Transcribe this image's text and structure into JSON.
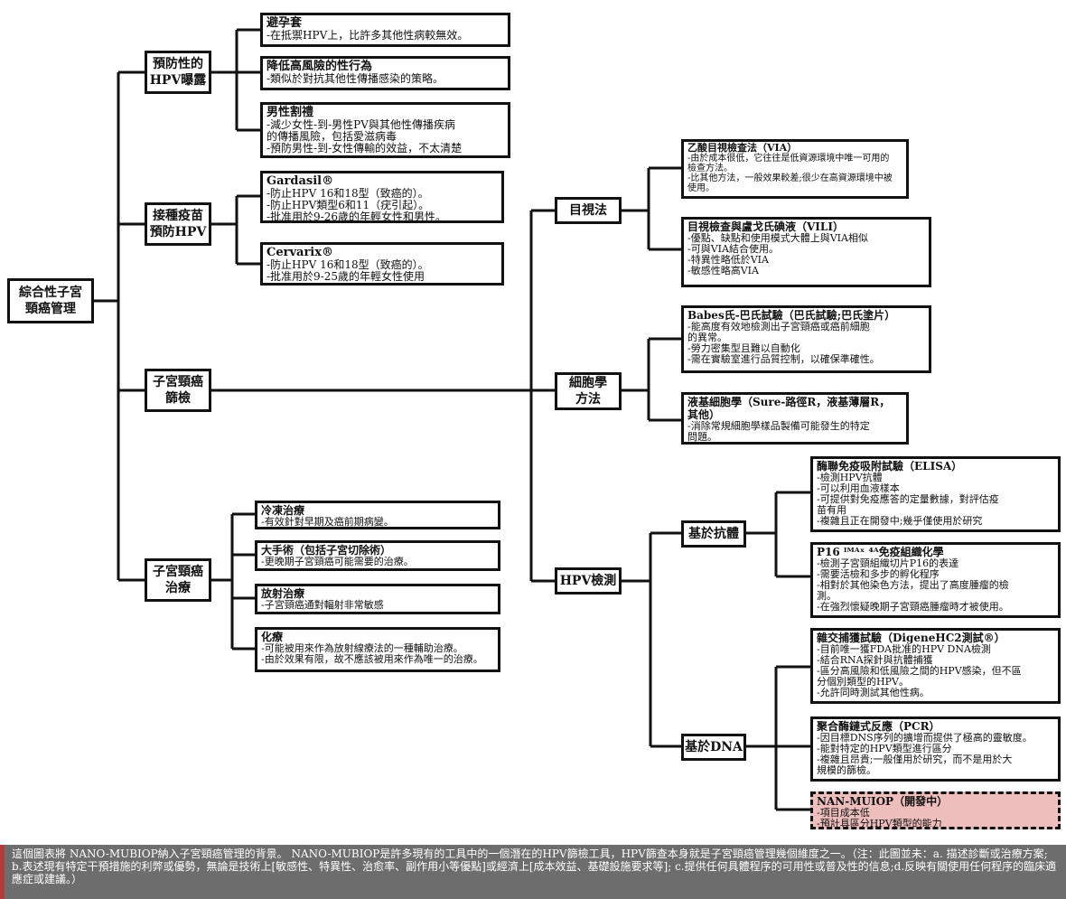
{
  "root": {
    "label": "綜合性子宮\n頸癌管理"
  },
  "branches": {
    "prevent": "預防性的\nHPV曝露",
    "vaccine": "接種疫苗\n預防HPV",
    "screen": "子宮頸癌\n篩檢",
    "treat": "子宮頸癌\n治療"
  },
  "methods": {
    "visual": "目視法",
    "cyto": "細胞學\n方法",
    "hpv": "HPV檢測"
  },
  "subs": {
    "antibody": "基於抗體",
    "dna": "基於DNA"
  },
  "leaves": {
    "condom": {
      "title": "避孕套",
      "desc": "-在抵禦HPV上，比許多其他性病較無效。"
    },
    "risk": {
      "title": "降低高風險的性行為",
      "desc": "-類似於對抗其他性傳播感染的策略。"
    },
    "circ": {
      "title": "男性割禮",
      "desc": "-減少女性-到-男性PV與其他性傳播疾病\n的傳播風險，包括愛滋病毒\n-預防男性-到-女性傳輸的效益，不太清楚"
    },
    "gardasil": {
      "title": "Gardasil®",
      "desc": "-防止HPV 16和18型（致癌的）。\n-防止HPV類型6和11（疣引起）。\n-批准用於9-26歲的年輕女性和男性。"
    },
    "cervarix": {
      "title": "Cervarix®",
      "desc": "-防止HPV 16和18型（致癌的）。\n-批准用於9-25歲的年輕女性使用"
    },
    "via": {
      "title": "乙酸目視檢查法（VIA）",
      "desc": "-由於成本很低，它往往是低資源環境中唯一可用的\n檢查方法。\n-比其他方法，一般效果較差;很少在高資源環境中被\n使用。"
    },
    "vili": {
      "title": "目視檢查與盧戈氏碘液（VILI）",
      "desc": "-優點、缺點和使用模式大體上與VIA相似\n-可與VIA結合使用。\n-特異性略低於VIA\n-敏感性略高VIA"
    },
    "pap": {
      "title": "Babes氏-巴氏試驗（巴氏試驗;巴氏塗片）",
      "desc": "-能高度有效地檢測出子宮頸癌或癌前細胞\n的異常。\n-勞力密集型且難以自動化\n-需在實驗室進行品質控制，以確保準確性。"
    },
    "lbc": {
      "title": "液基細胞學（Sure-路徑R，液基薄層R，\n其他）",
      "desc": "-消除常規細胞學樣品製備可能發生的特定\n問題。"
    },
    "elisa": {
      "title": "酶聯免疫吸附試驗（ELISA）",
      "desc": "-檢測HPV抗體\n-可以利用血液樣本\n-可提供對免疫應答的定量數據，對評估疫\n苗有用\n-複雜且正在開發中;幾乎僅使用於研究"
    },
    "p16": {
      "title": "P16 ᴵᴹᴬˣ ⁴ᴬ免疫組織化學",
      "desc": "-檢測子宮頸組織切片P16的表達\n-需要活檢和多步的孵化程序\n-相對於其他染色方法，提出了高度腫瘤的檢\n測。\n-在強烈懷疑晚期子宮頸癌腫瘤時才被使用。"
    },
    "hc2": {
      "title": "雜交捕獲試驗（DigeneHC2測試®）",
      "desc": "-目前唯一獲FDA批准的HPV DNA檢測\n-結合RNA探針與抗體捕獲\n-區分高風險和低風險之間的HPV感染，但不區\n分個別類型的HPV。\n-允許同時測試其他性病。"
    },
    "pcr": {
      "title": "聚合酶鏈式反應（PCR）",
      "desc": "-因目標DNS序列的擴增而提供了極高的靈敏度。\n-能對特定的HPV類型進行區分\n-複雜且昂貴;一般僅用於研究，而不是用於大\n規模的篩檢。"
    },
    "nan": {
      "title": "NAN-MUIOP（開發中）",
      "desc": "-項目成本低\n-預計具區分HPV類型的能力"
    },
    "cryo": {
      "title": "冷凍治療",
      "desc": "-有效針對早期及癌前期病變。"
    },
    "surgery": {
      "title": "大手術（包括子宮切除術）",
      "desc": "-更晚期子宮頸癌可能需要的治療。"
    },
    "radio": {
      "title": "放射治療",
      "desc": "-子宮頸癌通對輻射非常敏感"
    },
    "chemo": {
      "title": "化療",
      "desc": "-可能被用來作為放射線療法的一種輔助治療。\n-由於效果有限，故不應該被用來作為唯一的治療。"
    }
  },
  "footer": "這個圖表將 NANO-MUBIOP納入子宮頸癌管理的背景。 NANO-MUBIOP是許多現有的工具中的一個潛在的HPV篩檢工具，HPV篩查本身就是子宮頸癌管理幾個維度之一。（注：此圖並未：a. 描述診斷或治療方案; b.表述現有特定干預措施的利弊或優勢，無論是技術上[敏感性、特異性、治愈率、副作用小等優點]或經濟上[成本效益、基礎設施要求等]; c.提供任何具體程序的可用性或普及性的信息;d.反映有關使用任何程序的臨床適應症或建議。）",
  "colors": {
    "line": "#111111",
    "dev_fill": "#eebebd",
    "footer_bg": "#6d6d6d",
    "footer_accent": "#b23a3a"
  }
}
